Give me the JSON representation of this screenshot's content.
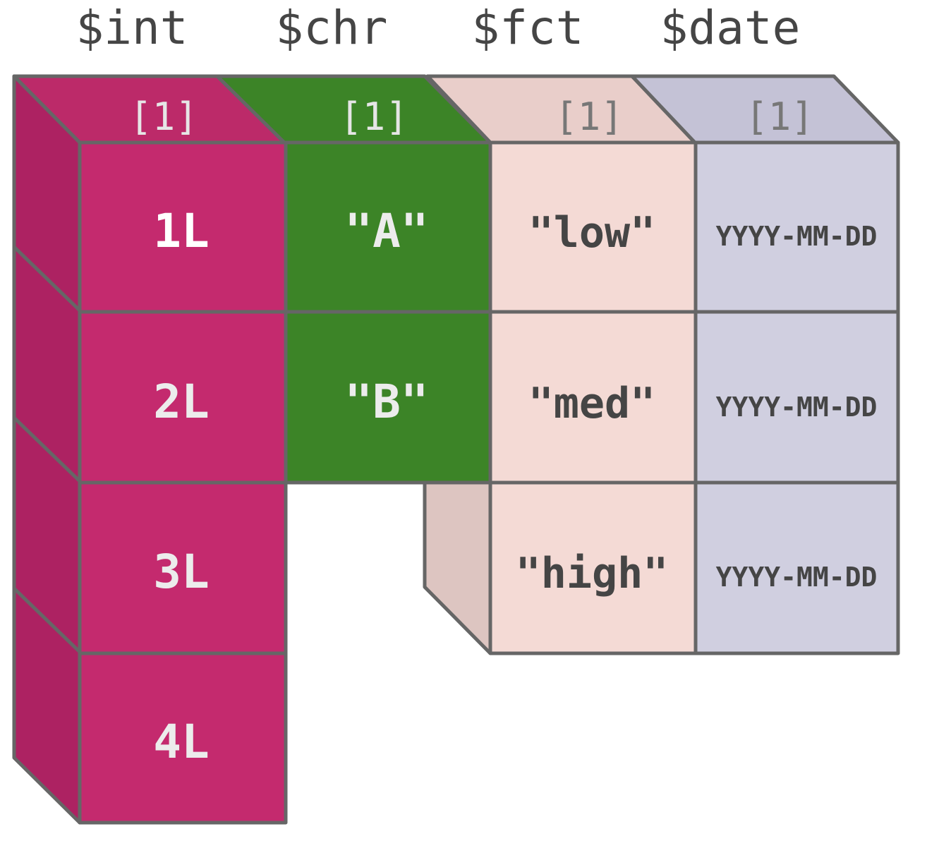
{
  "colors": {
    "int_front": "#c42a6e",
    "int_side": "#ad2262",
    "int_top": "#bc2a69",
    "chr_front": "#3c8427",
    "chr_top": "#3c8427",
    "fct_front": "#f4dad5",
    "fct_side": "#ddc5c1",
    "fct_top": "#e9ceca",
    "date_front": "#d0cfe0",
    "date_top": "#c4c2d6",
    "edge": "#666666",
    "light_text": "#ececec",
    "dark_text": "#454545",
    "index_light": "#e6e6e6",
    "index_dark": "#777777"
  },
  "columns": [
    {
      "key": "int",
      "name": "$int",
      "index_label": "[1]",
      "values": [
        "1L",
        "2L",
        "3L",
        "4L"
      ]
    },
    {
      "key": "chr",
      "name": "$chr",
      "index_label": "[1]",
      "values": [
        "\"A\"",
        "\"B\""
      ]
    },
    {
      "key": "fct",
      "name": "$fct",
      "index_label": "[1]",
      "values": [
        "\"low\"",
        "\"med\"",
        "\"high\""
      ]
    },
    {
      "key": "date",
      "name": "$date",
      "index_label": "[1]",
      "values": [
        "YYYY-MM-DD",
        "YYYY-MM-DD",
        "YYYY-MM-DD"
      ]
    }
  ]
}
